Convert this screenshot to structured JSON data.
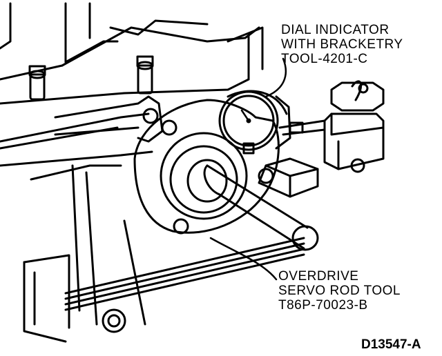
{
  "callouts": {
    "dial_indicator": {
      "line1": "DIAL INDICATOR",
      "line2": "WITH BRACKETRY",
      "line3": "TOOL-4201-C"
    },
    "servo_rod_tool": {
      "line1": "OVERDRIVE",
      "line2": "SERVO ROD TOOL",
      "line3": "T86P-70023-B"
    }
  },
  "figure_code": "D13547-A"
}
